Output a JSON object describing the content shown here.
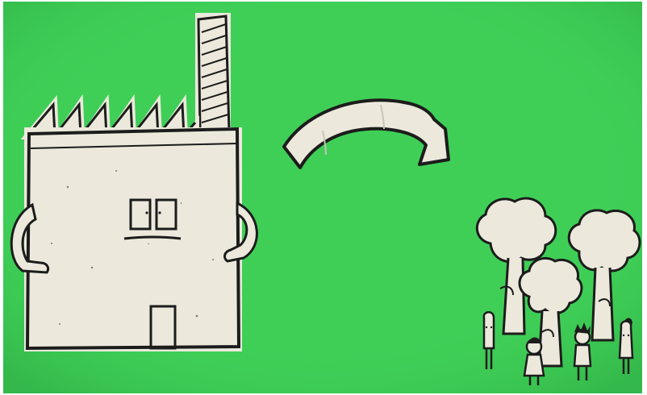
{
  "scene": {
    "background_color": "#3fcf57",
    "paper_color": "#ece9dc",
    "ink_color": "#1c1c1c",
    "elements": [
      "factory",
      "curved-arrow",
      "trees",
      "people"
    ]
  }
}
